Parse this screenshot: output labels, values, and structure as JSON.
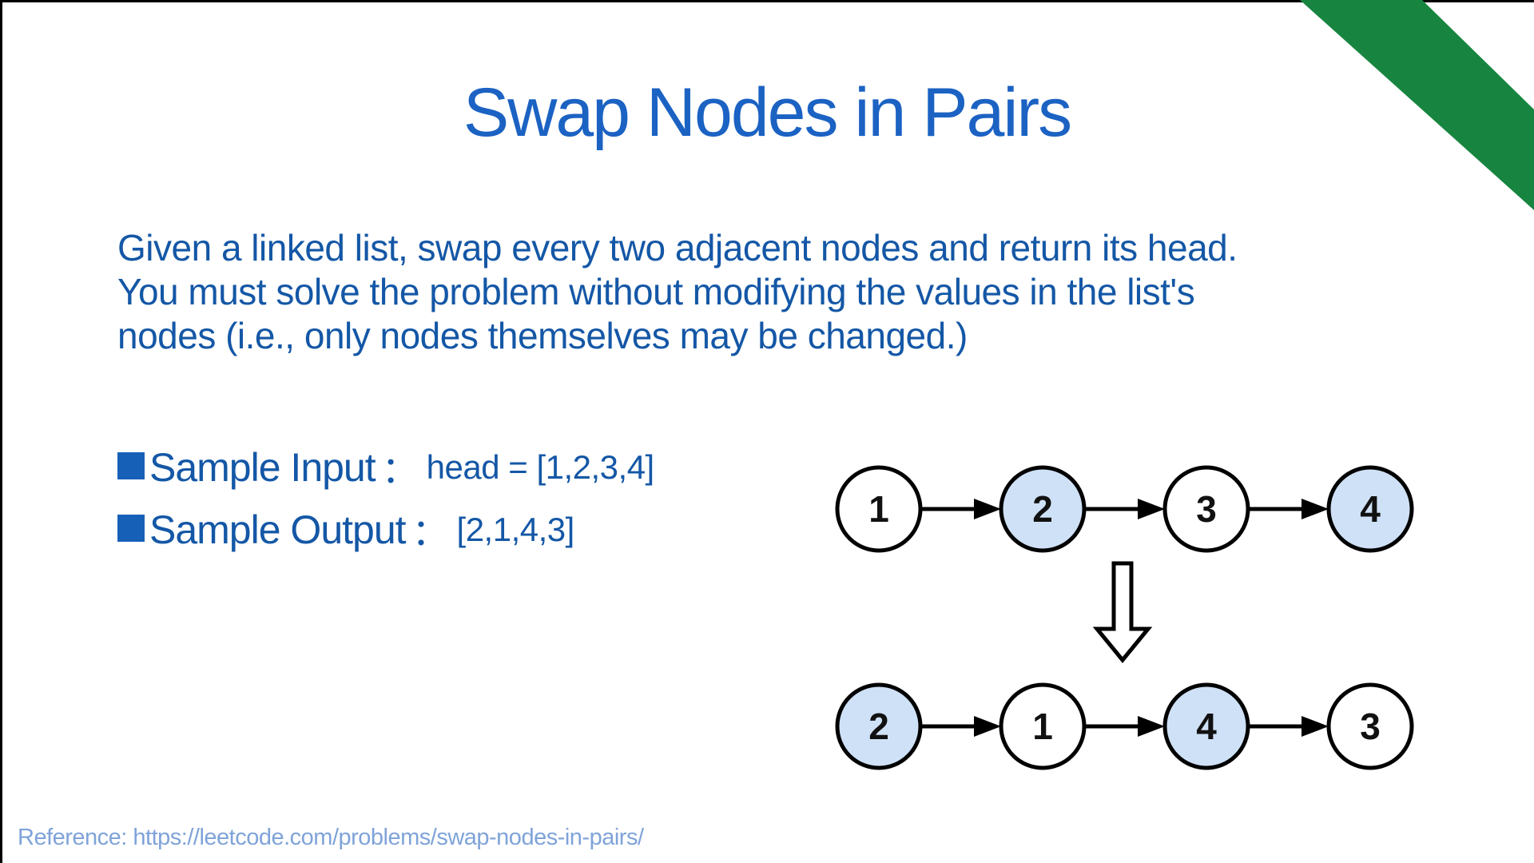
{
  "slide": {
    "title": "Swap Nodes in Pairs",
    "description_lines": [
      "Given a linked list, swap every two adjacent nodes and return its head.",
      "You must solve the problem without modifying the values in the list's",
      "nodes (i.e., only nodes themselves may be changed.)"
    ],
    "samples": [
      {
        "label": "Sample Input",
        "separator": "：",
        "value": "head = [1,2,3,4]"
      },
      {
        "label": "Sample Output",
        "separator": "：",
        "value": "[2,1,4,3]"
      }
    ],
    "reference": "Reference: https://leetcode.com/problems/swap-nodes-in-pairs/"
  },
  "diagram": {
    "type": "linked-list-transformation",
    "rows": [
      {
        "values": [
          "1",
          "2",
          "3",
          "4"
        ],
        "highlighted": [
          false,
          true,
          false,
          true
        ]
      },
      {
        "values": [
          "2",
          "1",
          "4",
          "3"
        ],
        "highlighted": [
          true,
          false,
          true,
          false
        ]
      }
    ]
  },
  "colors": {
    "title_blue": "#1b62c3",
    "body_blue": "#1457a6",
    "bullet_blue": "#1660b8",
    "reference_blue": "#7fa3d9",
    "ribbon_green": "#178540",
    "border_black": "#000000",
    "node_fill_highlight": "#cfe1f6",
    "node_fill_default": "#ffffff",
    "node_stroke": "#000000"
  }
}
